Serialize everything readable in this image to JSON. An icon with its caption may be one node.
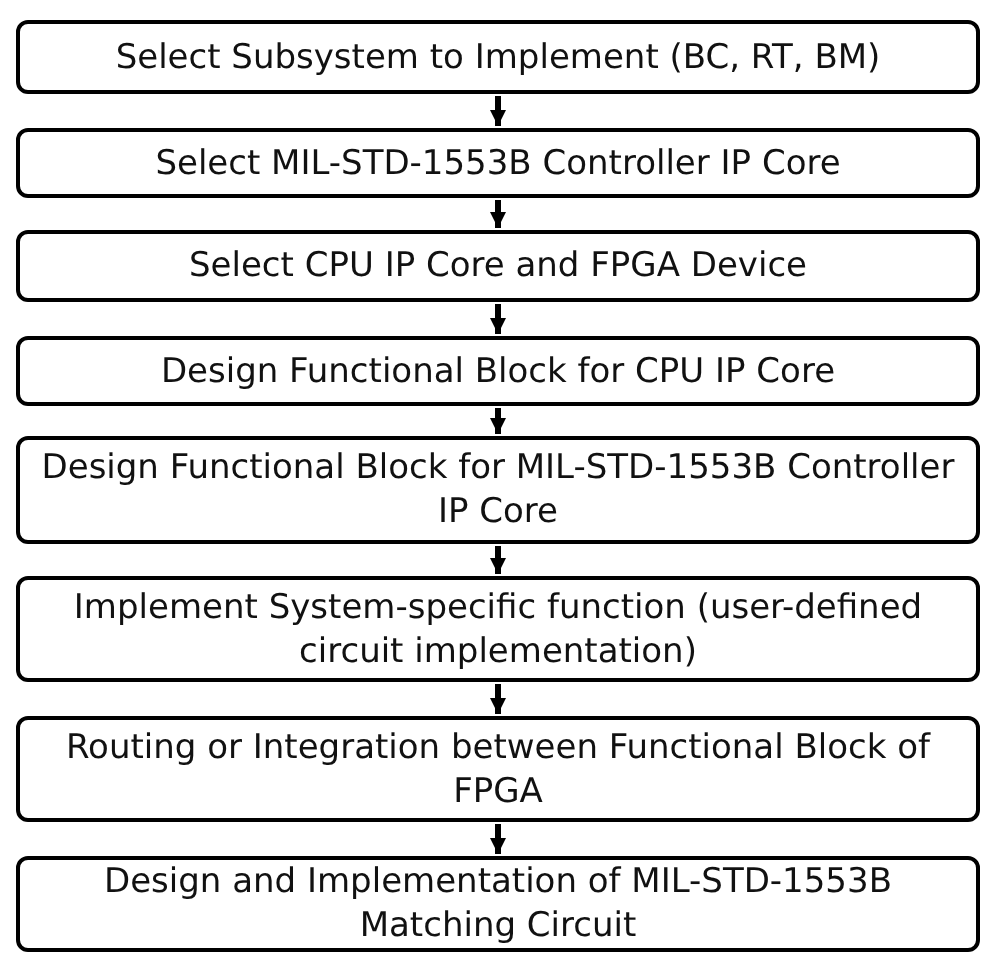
{
  "diagram": {
    "nodes": [
      {
        "text": [
          "Select Subsystem to Implement (BC, RT, BM)"
        ]
      },
      {
        "text": [
          "Select MIL-STD-1553B Controller IP Core"
        ]
      },
      {
        "text": [
          "Select CPU IP Core and FPGA Device"
        ]
      },
      {
        "text": [
          "Design Functional Block for CPU IP Core"
        ]
      },
      {
        "text": [
          "Design Functional Block for MIL-STD-1553B Controller IP Core"
        ]
      },
      {
        "text": [
          "Implement System-specific function (user-defined circuit implementation)"
        ]
      },
      {
        "text": [
          "Routing or Integration between Functional Block of FPGA"
        ]
      },
      {
        "text": [
          "Design and Implementation of MIL-STD-1553B Matching Circuit"
        ]
      }
    ],
    "edges": [
      {
        "from": 0,
        "to": 1,
        "arrow": "to"
      },
      {
        "from": 1,
        "to": 2,
        "arrow": "to"
      },
      {
        "from": 2,
        "to": 3,
        "arrow": "to"
      },
      {
        "from": 3,
        "to": 4,
        "arrow": "to"
      },
      {
        "from": 4,
        "to": 5,
        "arrow": "to"
      },
      {
        "from": 5,
        "to": 6,
        "arrow": "to"
      },
      {
        "from": 6,
        "to": 7,
        "arrow": "to"
      }
    ]
  }
}
